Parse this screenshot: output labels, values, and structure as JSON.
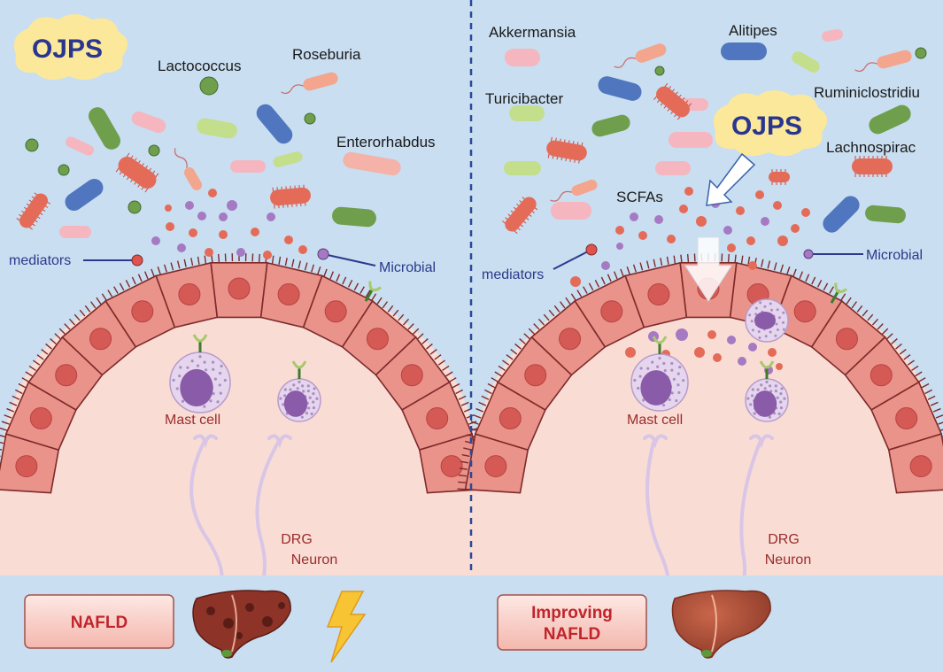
{
  "left_panel": {
    "ojps": "OJPS",
    "bacteria": [
      "Lactococcus",
      "Roseburia",
      "Enterorhabdus"
    ],
    "mediators": "mediators",
    "microbial": "Microbial",
    "mast_cell": "Mast cell",
    "drg_line1": "DRG",
    "drg_line2": "Neuron",
    "disease": "NAFLD"
  },
  "right_panel": {
    "ojps": "OJPS",
    "bacteria": [
      "Akkermansia",
      "Alitipes",
      "Turicibacter",
      "Ruminiclostridiu",
      "Lachnospirac"
    ],
    "scfas": "SCFAs",
    "mediators": "mediators",
    "microbial": "Microbial",
    "mast_cell": "Mast cell",
    "drg_line1": "DRG",
    "drg_line2": "Neuron",
    "disease_line1": "Improving",
    "disease_line2": "NAFLD"
  },
  "colors": {
    "background": "#c9def0",
    "tissue": "#f9ddd5",
    "cell": "#e9938a",
    "nucleus": "#d55a56",
    "border_dark": "#7e2a2a",
    "ojps_cloud": "#fbe89a",
    "label_blue": "#2b3a8c",
    "label_red": "#9b2b2b",
    "disease_text": "#c0252b",
    "divider": "#2c4a9a"
  }
}
